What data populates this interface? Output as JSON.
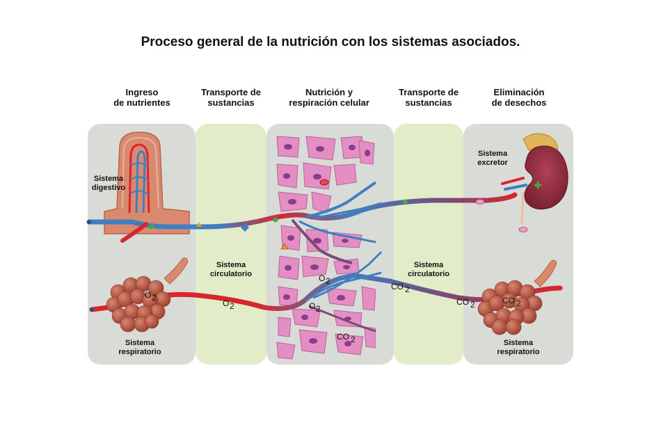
{
  "title": "Proceso general de la nutrición con los sistemas asociados.",
  "columns": [
    {
      "line1": "Ingreso",
      "line2": "de nutrientes"
    },
    {
      "line1": "Transporte de",
      "line2": "sustancias"
    },
    {
      "line1": "Nutrición y",
      "line2": "respiración celular"
    },
    {
      "line1": "Transporte de",
      "line2": "sustancias"
    },
    {
      "line1": "Eliminación",
      "line2": "de desechos"
    }
  ],
  "labels": {
    "digestivo": {
      "line1": "Sistema",
      "line2": "digestivo"
    },
    "respiratorio_left": {
      "line1": "Sistema",
      "line2": "respiratorio"
    },
    "circulatorio_left": {
      "line1": "Sistema",
      "line2": "circulatorio"
    },
    "circulatorio_right": {
      "line1": "Sistema",
      "line2": "circulatorio"
    },
    "excretor": {
      "line1": "Sistema",
      "line2": "excretor"
    },
    "respiratorio_right": {
      "line1": "Sistema",
      "line2": "respiratorio"
    }
  },
  "chem": {
    "o2": "O",
    "co2": "CO",
    "sub": "2"
  },
  "colors": {
    "gray_panel": "#d9dcd6",
    "green_panel": "#e3ecc8",
    "artery": "#d8262b",
    "vein": "#3f7fc1",
    "cell": "#e38fc4",
    "nucleus": "#8a3d8c",
    "lung": "#b2503e",
    "kidney": "#8c2d3a",
    "intestine": "#d98a6e"
  }
}
